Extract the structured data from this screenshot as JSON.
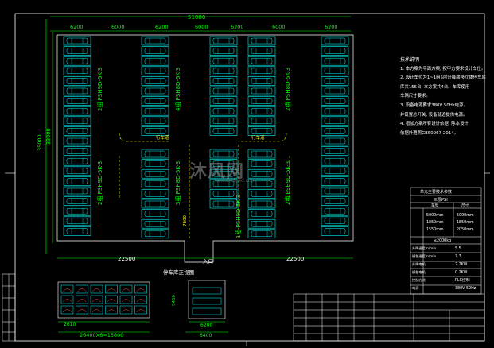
{
  "dims": {
    "top_segments": [
      "6200",
      "6000",
      "6200",
      "6000",
      "6200",
      "6000",
      "6200"
    ],
    "total_width": "51000",
    "left_overall": "35000",
    "left_inner": "33000",
    "bottom_left": "22500",
    "bottom_right": "22500",
    "mid_vertical": "7800",
    "section_width": "26400X6=15600",
    "side_width_inner": "6200",
    "side_width_outer": "6400",
    "side_height": "5450"
  },
  "blocks": {
    "b1": "2组 PSH9D-5K-3",
    "b2": "2组 PSH9D-5K-3",
    "b3": "4组 PSH8D-5K-3",
    "b4": "3组 PSH8D-5K-3",
    "b5": "2组 PSH8D-5K-3",
    "b6": "2组 PSH9D-5K-3",
    "b7": "1组 PSH9D-5K-3"
  },
  "labels": {
    "entrance": "入口",
    "section_front": "停车库正视图",
    "lane1": "行车道",
    "lane2": "行车道"
  },
  "notes": {
    "title": "技术说明",
    "lines": [
      "1. 本方案为平面方案, 按甲方要求设计车位。",
      "2. 设计车位为1~1组5层升降横移立体停车库",
      "   库共155台, 本方案共4台。车库使用",
      "   车辆尺寸要求。",
      "3. 设备电源要求380V 50Hz电源。",
      "   并设置总开关, 设备就近提供电源。",
      "4. 增加方案所有设计依据, 除本设计",
      "   依据外遵照GB50067-2014。"
    ]
  },
  "spec": {
    "title": "单元主要技术参数",
    "col_headers": [
      "车型",
      "尺寸"
    ],
    "car_dims": [
      [
        "5000mm",
        "5000mm"
      ],
      [
        "1850mm",
        "1850mm"
      ],
      [
        "1550mm",
        "2050mm"
      ]
    ],
    "weight": "≤2000kg",
    "rows": [
      [
        "升降速度m/min",
        "5.5"
      ],
      [
        "横移速度m/min",
        "7.3"
      ],
      [
        "升降电机",
        "2.2KW"
      ],
      [
        "横移电机",
        "0.2KW"
      ],
      [
        "控制方式",
        "PLC控制"
      ],
      [
        "电源",
        "380V 50Hz"
      ]
    ]
  },
  "watermark": {
    "text": "沐风网",
    "sub": "www.mfcad.com"
  }
}
